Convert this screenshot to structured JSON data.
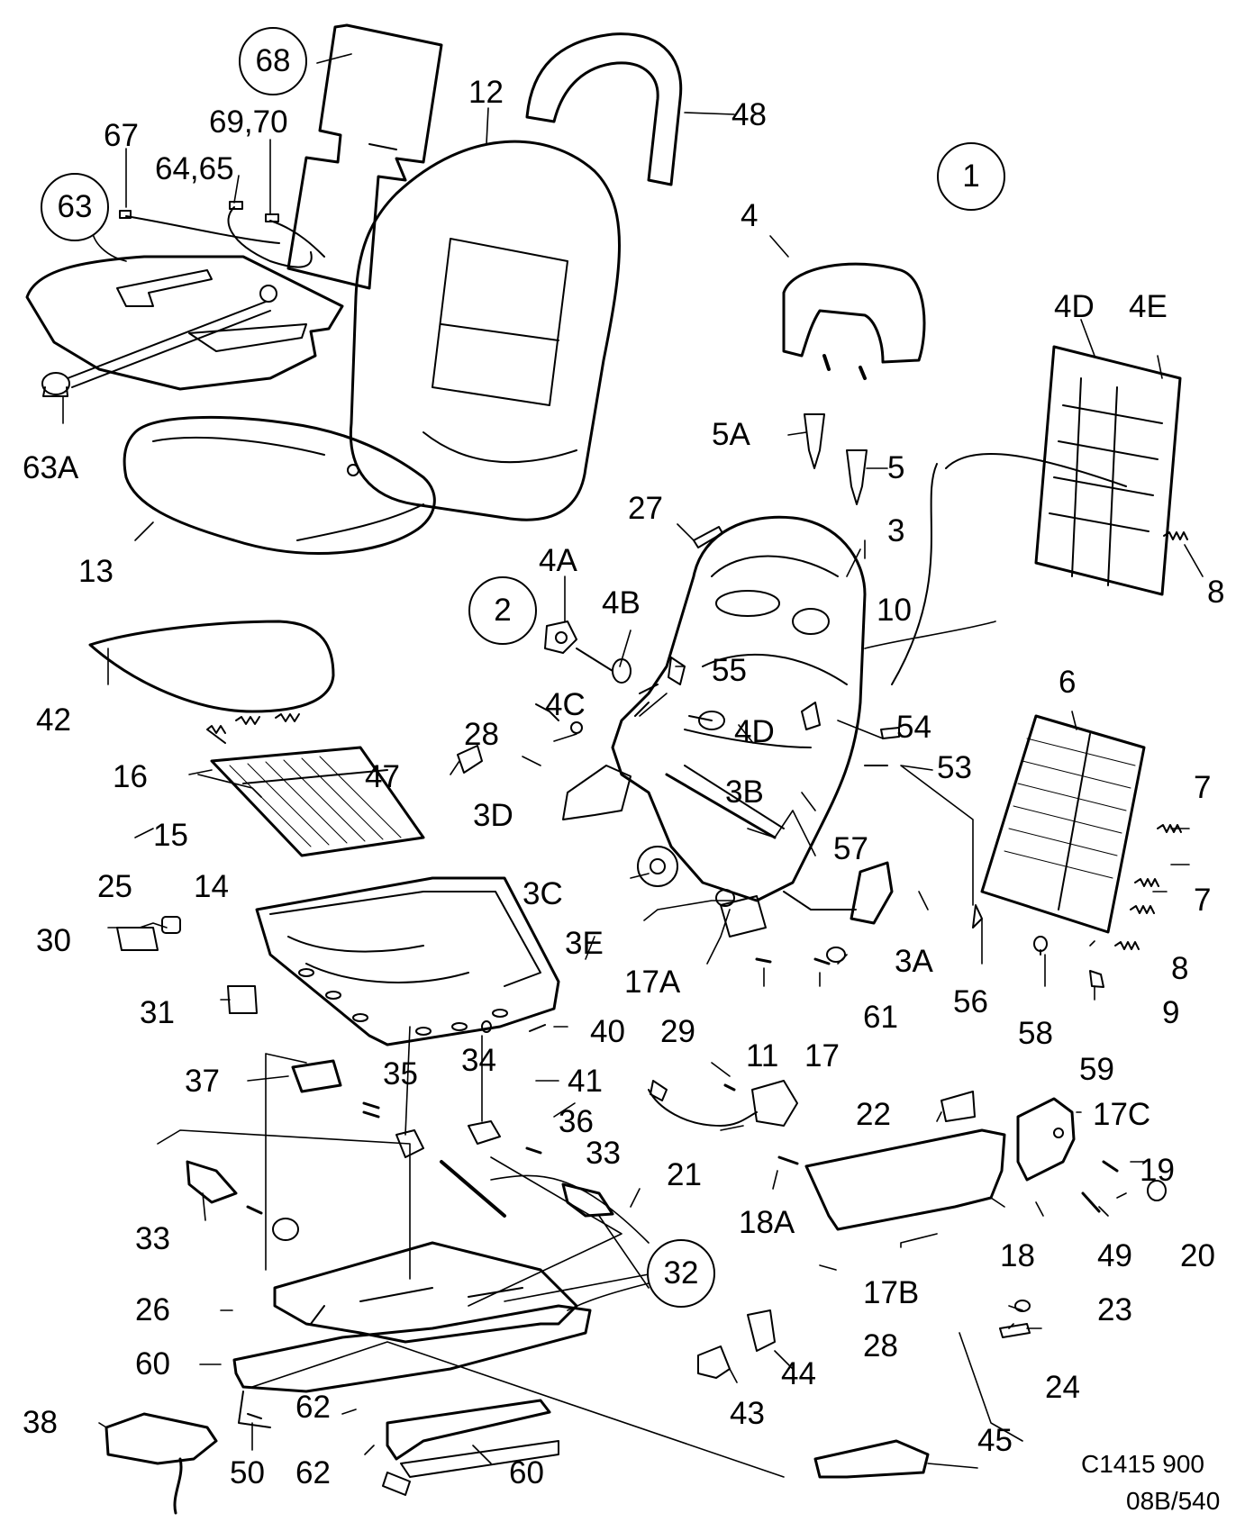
{
  "callouts": {
    "c68": "68",
    "c12": "12",
    "c48": "48",
    "c67": "67",
    "c69_70": "69,70",
    "c64_65": "64,65",
    "c63": "63",
    "c63a": "63A",
    "c1": "1",
    "c4": "4",
    "c4d_top": "4D",
    "c4e": "4E",
    "c5a": "5A",
    "c5": "5",
    "c13": "13",
    "c27": "27",
    "c3": "3",
    "c8_top": "8",
    "c2": "2",
    "c4a": "4A",
    "c4b": "4B",
    "c10": "10",
    "c55": "55",
    "c4c": "4C",
    "c4d_mid": "4D",
    "c54": "54",
    "c6": "6",
    "c42": "42",
    "c28_top": "28",
    "c53": "53",
    "c7_top": "7",
    "c16": "16",
    "c47": "47",
    "c3d": "3D",
    "c3b": "3B",
    "c15": "15",
    "c3c": "3C",
    "c57": "57",
    "c7_mid": "7",
    "c25": "25",
    "c14": "14",
    "c3e": "3E",
    "c8_mid": "8",
    "c30": "30",
    "c17a": "17A",
    "c3a": "3A",
    "c56": "56",
    "c9": "9",
    "c61": "61",
    "c31": "31",
    "c11": "11",
    "c17": "17",
    "c58": "58",
    "c59": "59",
    "c40": "40",
    "c29": "29",
    "c37": "37",
    "c35": "35",
    "c34": "34",
    "c41": "41",
    "c17c": "17C",
    "c22": "22",
    "c36": "36",
    "c33_mid": "33",
    "c21": "21",
    "c19": "19",
    "c33_left": "33",
    "c18a": "18A",
    "c18": "18",
    "c49": "49",
    "c20": "20",
    "c32": "32",
    "c26": "26",
    "c17b": "17B",
    "c28_bot": "28",
    "c23": "23",
    "c60_top": "60",
    "c44": "44",
    "c43": "43",
    "c24": "24",
    "c38": "38",
    "c62_top": "62",
    "c62_bot": "62",
    "c50": "50",
    "c60_bot": "60",
    "c45": "45"
  },
  "reference": {
    "code": "C1415 900",
    "page": "08B/540"
  }
}
